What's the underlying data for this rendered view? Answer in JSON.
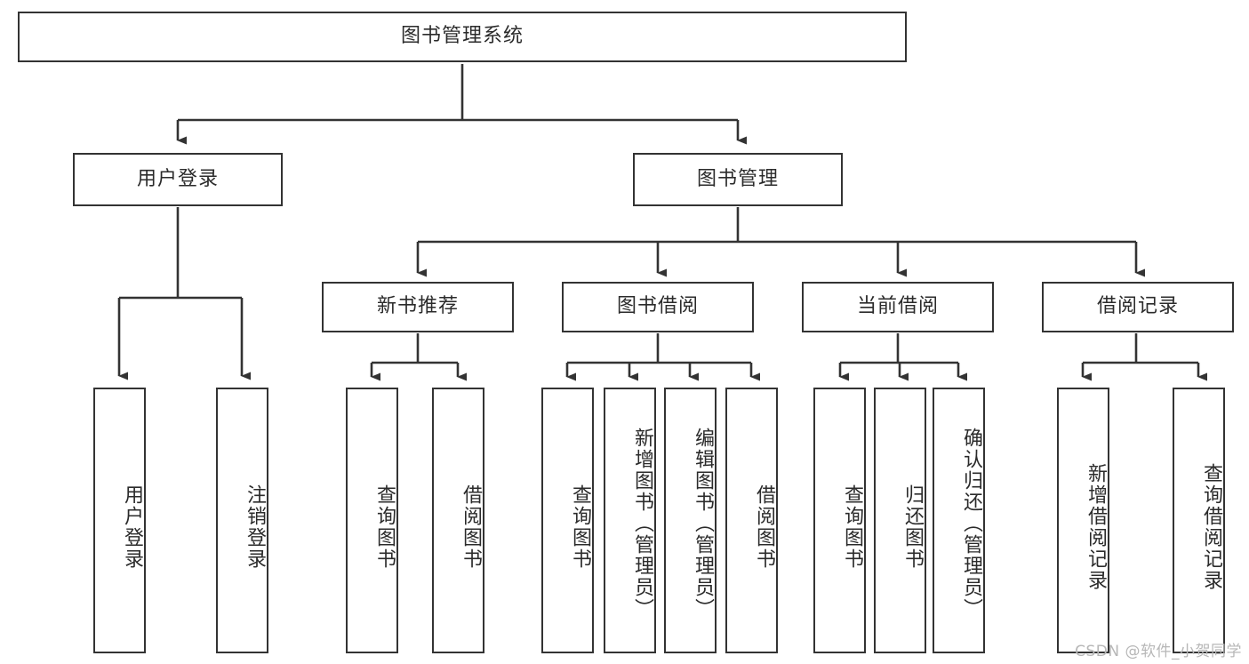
{
  "diagram": {
    "title": "图书管理系统",
    "watermark": "CSDN @软件_小贺同学",
    "colors": {
      "box_border": "#333333",
      "connector": "#333333",
      "background": "#ffffff",
      "text": "#2b2b2b",
      "watermark": "#b7b7b7"
    },
    "root": {
      "label": "图书管理系统"
    },
    "level2": [
      {
        "label": "用户登录"
      },
      {
        "label": "图书管理"
      }
    ],
    "level3": [
      {
        "label": "新书推荐"
      },
      {
        "label": "图书借阅"
      },
      {
        "label": "当前借阅"
      },
      {
        "label": "借阅记录"
      }
    ],
    "leaves": {
      "user_login": [
        {
          "label": "用户登录"
        },
        {
          "label": "注销登录"
        }
      ],
      "new_book_recommend": [
        {
          "label": "查询图书"
        },
        {
          "label": "借阅图书"
        }
      ],
      "book_borrow": [
        {
          "label": "查询图书"
        },
        {
          "label": "新增图书（管理员）"
        },
        {
          "label": "编辑图书（管理员）"
        },
        {
          "label": "借阅图书"
        }
      ],
      "current_borrow": [
        {
          "label": "查询图书"
        },
        {
          "label": "归还图书"
        },
        {
          "label": "确认归还（管理员）"
        }
      ],
      "borrow_record": [
        {
          "label": "新增借阅记录"
        },
        {
          "label": "查询借阅记录"
        }
      ]
    }
  }
}
